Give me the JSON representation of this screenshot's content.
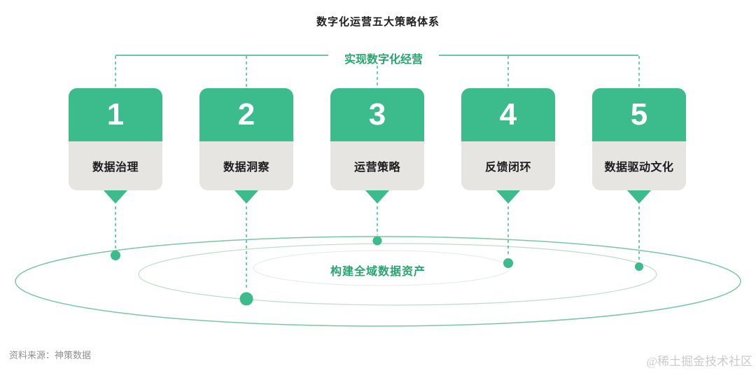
{
  "title": "数字化运营五大策略体系",
  "top_label": "实现数字化经营",
  "bottom_label": "构建全域数据资产",
  "cards": [
    {
      "number": "1",
      "label": "数据治理"
    },
    {
      "number": "2",
      "label": "数据洞察"
    },
    {
      "number": "3",
      "label": "运营策略"
    },
    {
      "number": "4",
      "label": "反馈闭环"
    },
    {
      "number": "5",
      "label": "数据驱动文化"
    }
  ],
  "footer": {
    "source": "资料来源：神策数据",
    "watermark": "@稀土掘金技术社区"
  },
  "colors": {
    "green": "#3cbb8d",
    "accent-text": "#28a471",
    "card-gray": "#e7e5e1",
    "line": "#3eb389",
    "ellipse-outer": "#7cc5a3",
    "ellipse-mid": "#bedccb",
    "ellipse-inner": "#e3ebe5",
    "title-color": "#1f1f1f",
    "source-color": "#8f8f8f",
    "watermark-color": "#cbcbcb"
  }
}
